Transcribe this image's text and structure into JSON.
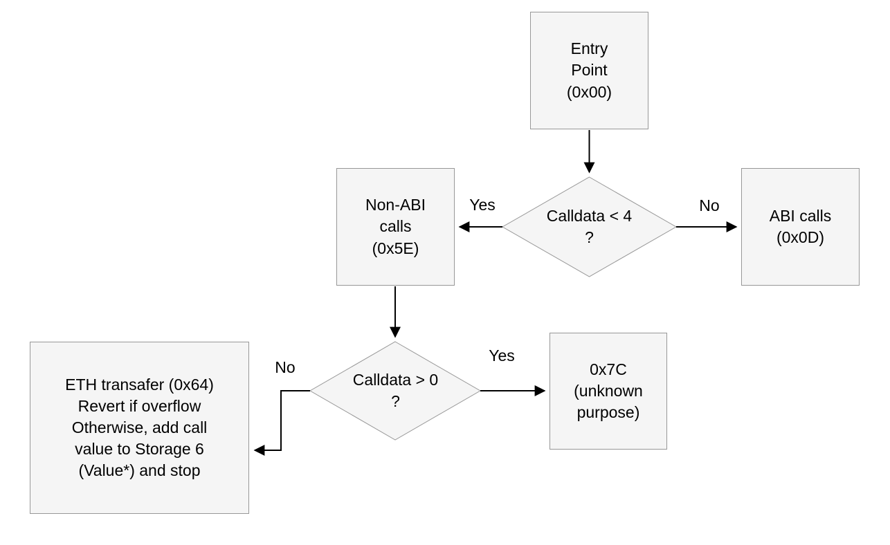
{
  "diagram": {
    "type": "flowchart",
    "background_color": "#ffffff",
    "node_fill_color": "#f5f5f5",
    "node_border_color": "#979797",
    "arrow_color": "#000000",
    "text_color": "#000000"
  },
  "nodes": {
    "entry": {
      "type": "process",
      "label": "Entry\nPoint\n(0x00)"
    },
    "decision1": {
      "type": "decision",
      "label": "Calldata < 4\n?"
    },
    "non_abi": {
      "type": "process",
      "label": "Non-ABI\ncalls\n(0x5E)"
    },
    "abi": {
      "type": "process",
      "label": "ABI calls\n(0x0D)"
    },
    "decision2": {
      "type": "decision",
      "label": "Calldata > 0\n?"
    },
    "eth": {
      "type": "process",
      "label": "ETH transafer (0x64)\nRevert if overflow\nOtherwise, add call\nvalue to Storage 6\n(Value*) and stop"
    },
    "unknown": {
      "type": "process",
      "label": "0x7C\n(unknown\npurpose)"
    }
  },
  "edges": {
    "entry_to_d1": {
      "from": "entry",
      "to": "decision1",
      "label": ""
    },
    "d1_to_non_abi": {
      "from": "decision1",
      "to": "non_abi",
      "label": "Yes"
    },
    "d1_to_abi": {
      "from": "decision1",
      "to": "abi",
      "label": "No"
    },
    "non_abi_to_d2": {
      "from": "non_abi",
      "to": "decision2",
      "label": ""
    },
    "d2_to_eth": {
      "from": "decision2",
      "to": "eth",
      "label": "No"
    },
    "d2_to_unknown": {
      "from": "decision2",
      "to": "unknown",
      "label": "Yes"
    }
  }
}
